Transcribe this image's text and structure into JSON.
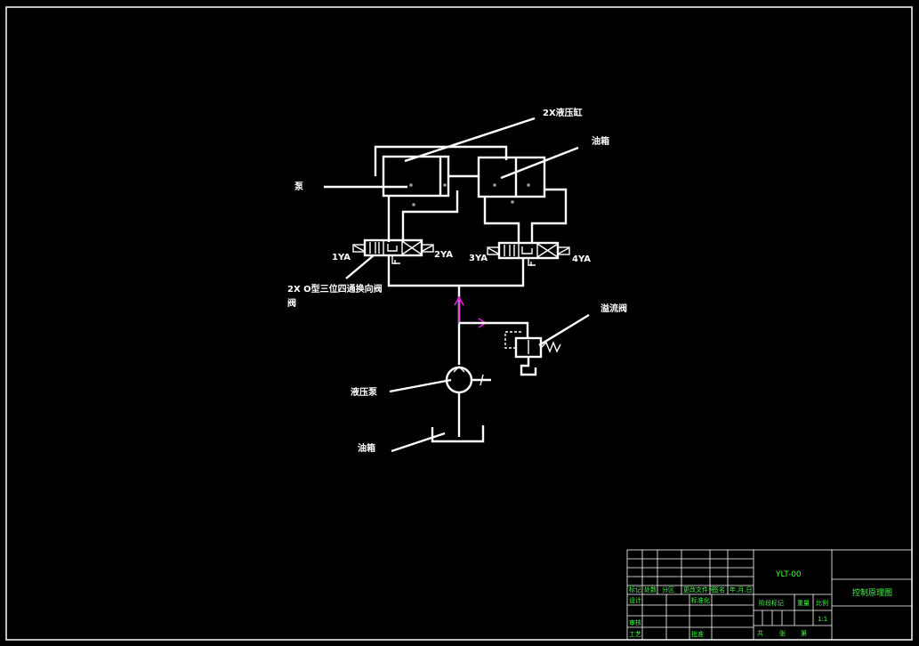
{
  "labels": {
    "cylinder_2x": "2X液压缸",
    "tank_fuel": "油箱",
    "valve_left": "泵",
    "directional_valve_line1": "2X O型三位四通换向阀",
    "directional_valve_line2": "阀",
    "relief_valve": "溢流阀",
    "pump": "液压泵",
    "tank": "油箱"
  },
  "solenoids": {
    "s1": "1YA",
    "s2": "2YA",
    "s3": "3YA",
    "s4": "4YA"
  },
  "title_block": {
    "drawing_code": "YLT-00",
    "drawing_title": "控制原理图",
    "scale": "1:1",
    "row_header": [
      "标记",
      "处数",
      "分区",
      "更改文件号",
      "签名",
      "年.月.日"
    ],
    "design": "设计",
    "standardization": "标准化",
    "review": "审核",
    "process": "工艺",
    "approve": "批准",
    "stage_label": "阶段标记",
    "weight_label": "重量",
    "ratio_label": "比例",
    "sheet_total": "共",
    "sheet_num": "张",
    "sheet_of": "第"
  },
  "colors": {
    "background": "#000000",
    "lines": "#ffffff",
    "title_text": "#40ff40",
    "accent": "#e020e0"
  }
}
